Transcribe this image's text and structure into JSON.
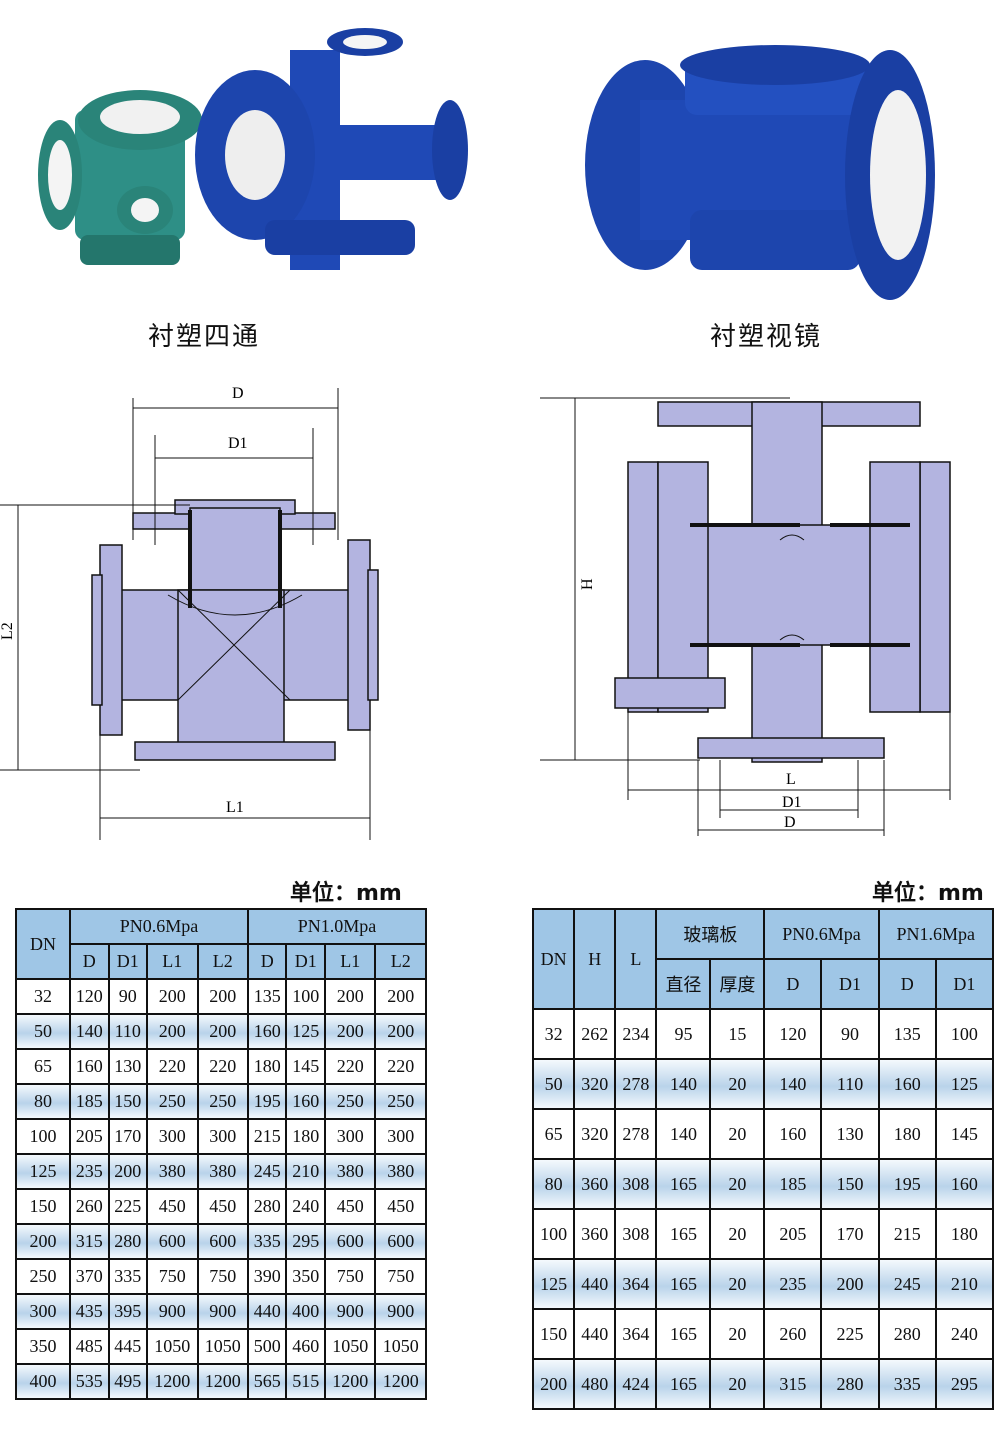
{
  "products": [
    {
      "caption": "衬塑四通"
    },
    {
      "caption": "衬塑视镜"
    }
  ],
  "drawings": {
    "cross": {
      "D": "D",
      "D1": "D1",
      "L1": "L1",
      "L2": "L2"
    },
    "sightglass": {
      "H": "H",
      "L": "L",
      "D1": "D1",
      "D": "D"
    }
  },
  "unit_label": "单位：mm",
  "table_cross": {
    "head": {
      "dn": "DN",
      "pn1": "PN0.6Mpa",
      "pn2": "PN1.0Mpa",
      "cols": [
        "D",
        "D1",
        "L1",
        "L2",
        "D",
        "D1",
        "L1",
        "L2"
      ]
    },
    "rows": [
      [
        "32",
        "120",
        "90",
        "200",
        "200",
        "135",
        "100",
        "200",
        "200"
      ],
      [
        "50",
        "140",
        "110",
        "200",
        "200",
        "160",
        "125",
        "200",
        "200"
      ],
      [
        "65",
        "160",
        "130",
        "220",
        "220",
        "180",
        "145",
        "220",
        "220"
      ],
      [
        "80",
        "185",
        "150",
        "250",
        "250",
        "195",
        "160",
        "250",
        "250"
      ],
      [
        "100",
        "205",
        "170",
        "300",
        "300",
        "215",
        "180",
        "300",
        "300"
      ],
      [
        "125",
        "235",
        "200",
        "380",
        "380",
        "245",
        "210",
        "380",
        "380"
      ],
      [
        "150",
        "260",
        "225",
        "450",
        "450",
        "280",
        "240",
        "450",
        "450"
      ],
      [
        "200",
        "315",
        "280",
        "600",
        "600",
        "335",
        "295",
        "600",
        "600"
      ],
      [
        "250",
        "370",
        "335",
        "750",
        "750",
        "390",
        "350",
        "750",
        "750"
      ],
      [
        "300",
        "435",
        "395",
        "900",
        "900",
        "440",
        "400",
        "900",
        "900"
      ],
      [
        "350",
        "485",
        "445",
        "1050",
        "1050",
        "500",
        "460",
        "1050",
        "1050"
      ],
      [
        "400",
        "535",
        "495",
        "1200",
        "1200",
        "565",
        "515",
        "1200",
        "1200"
      ]
    ]
  },
  "table_sight": {
    "head": {
      "dn": "DN",
      "h": "H",
      "l": "L",
      "glass": "玻璃板",
      "glass_cols": [
        "直径",
        "厚度"
      ],
      "pn1": "PN0.6Mpa",
      "pn2": "PN1.6Mpa",
      "cols": [
        "D",
        "D1",
        "D",
        "D1"
      ]
    },
    "rows": [
      [
        "32",
        "262",
        "234",
        "95",
        "15",
        "120",
        "90",
        "135",
        "100"
      ],
      [
        "50",
        "320",
        "278",
        "140",
        "20",
        "140",
        "110",
        "160",
        "125"
      ],
      [
        "65",
        "320",
        "278",
        "140",
        "20",
        "160",
        "130",
        "180",
        "145"
      ],
      [
        "80",
        "360",
        "308",
        "165",
        "20",
        "185",
        "150",
        "195",
        "160"
      ],
      [
        "100",
        "360",
        "308",
        "165",
        "20",
        "205",
        "170",
        "215",
        "180"
      ],
      [
        "125",
        "440",
        "364",
        "165",
        "20",
        "235",
        "200",
        "245",
        "210"
      ],
      [
        "150",
        "440",
        "364",
        "165",
        "20",
        "260",
        "225",
        "280",
        "240"
      ],
      [
        "200",
        "480",
        "424",
        "165",
        "20",
        "315",
        "280",
        "335",
        "295"
      ]
    ]
  },
  "colors": {
    "table_header": "#9fc6e6",
    "drawing_fill": "#b3b4e0",
    "photo_teal": "#2e8f86",
    "photo_blue": "#1f49b6"
  }
}
